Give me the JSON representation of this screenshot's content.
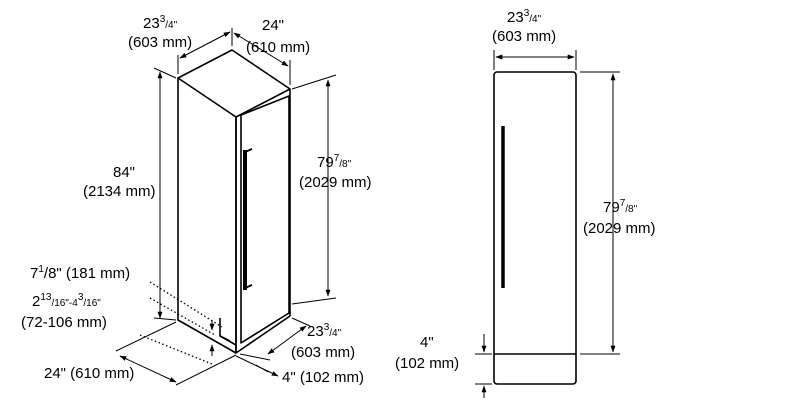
{
  "iso_view": {
    "top_depth": {
      "whole": "23",
      "sup": "3",
      "frac": "/4\"",
      "mm": "(603 mm)"
    },
    "top_width": {
      "label": "24\"",
      "mm": "(610 mm)"
    },
    "overall_height": {
      "label": "84\"",
      "mm": "(2134 mm)"
    },
    "door_height": {
      "whole": "79",
      "sup": "7",
      "frac": "/8\"",
      "mm": "(2029 mm)"
    },
    "toe_kick_height": {
      "whole": "7",
      "sup": "1",
      "frac": "/8\" (181 mm)"
    },
    "toe_kick_range": {
      "whole": "2",
      "sup": "13",
      "mid": "/16\"-4",
      "sup2": "3",
      "frac": "/16\"",
      "mm": "(72-106 mm)"
    },
    "base_width": {
      "label": "24\" (610 mm)"
    },
    "base_depth": {
      "whole": "23",
      "sup": "3",
      "frac": "/4\"",
      "mm": "(603 mm)"
    },
    "base_recess": {
      "label": "4\" (102 mm)"
    }
  },
  "front_view": {
    "width": {
      "whole": "23",
      "sup": "3",
      "frac": "/4\"",
      "mm": "(603 mm)"
    },
    "height": {
      "whole": "79",
      "sup": "7",
      "frac": "/8\"",
      "mm": "(2029 mm)"
    },
    "kick": {
      "label": "4\"",
      "mm": "(102 mm)"
    }
  }
}
